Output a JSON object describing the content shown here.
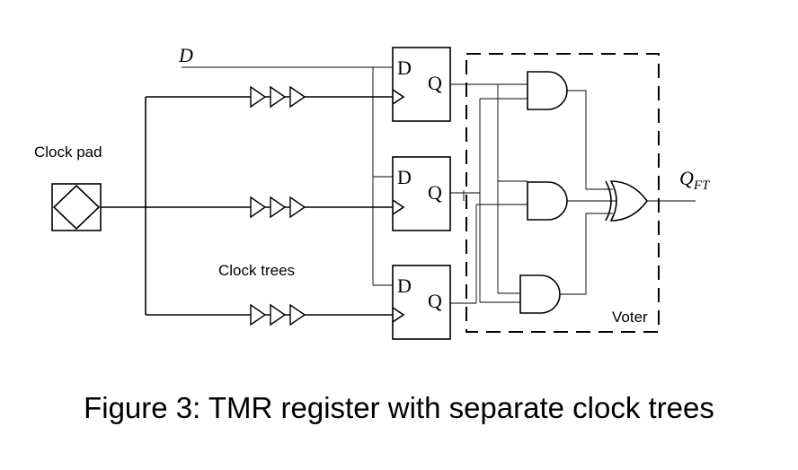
{
  "labels": {
    "d_input": "D",
    "clock_pad": "Clock pad",
    "clock_trees": "Clock trees",
    "voter": "Voter",
    "output_main": "Q",
    "output_sub": "FT"
  },
  "flip_flops": [
    {
      "d_pin": "D",
      "q_pin": "Q"
    },
    {
      "d_pin": "D",
      "q_pin": "Q"
    },
    {
      "d_pin": "D",
      "q_pin": "Q"
    }
  ],
  "caption": "Figure 3: TMR register with separate clock trees"
}
